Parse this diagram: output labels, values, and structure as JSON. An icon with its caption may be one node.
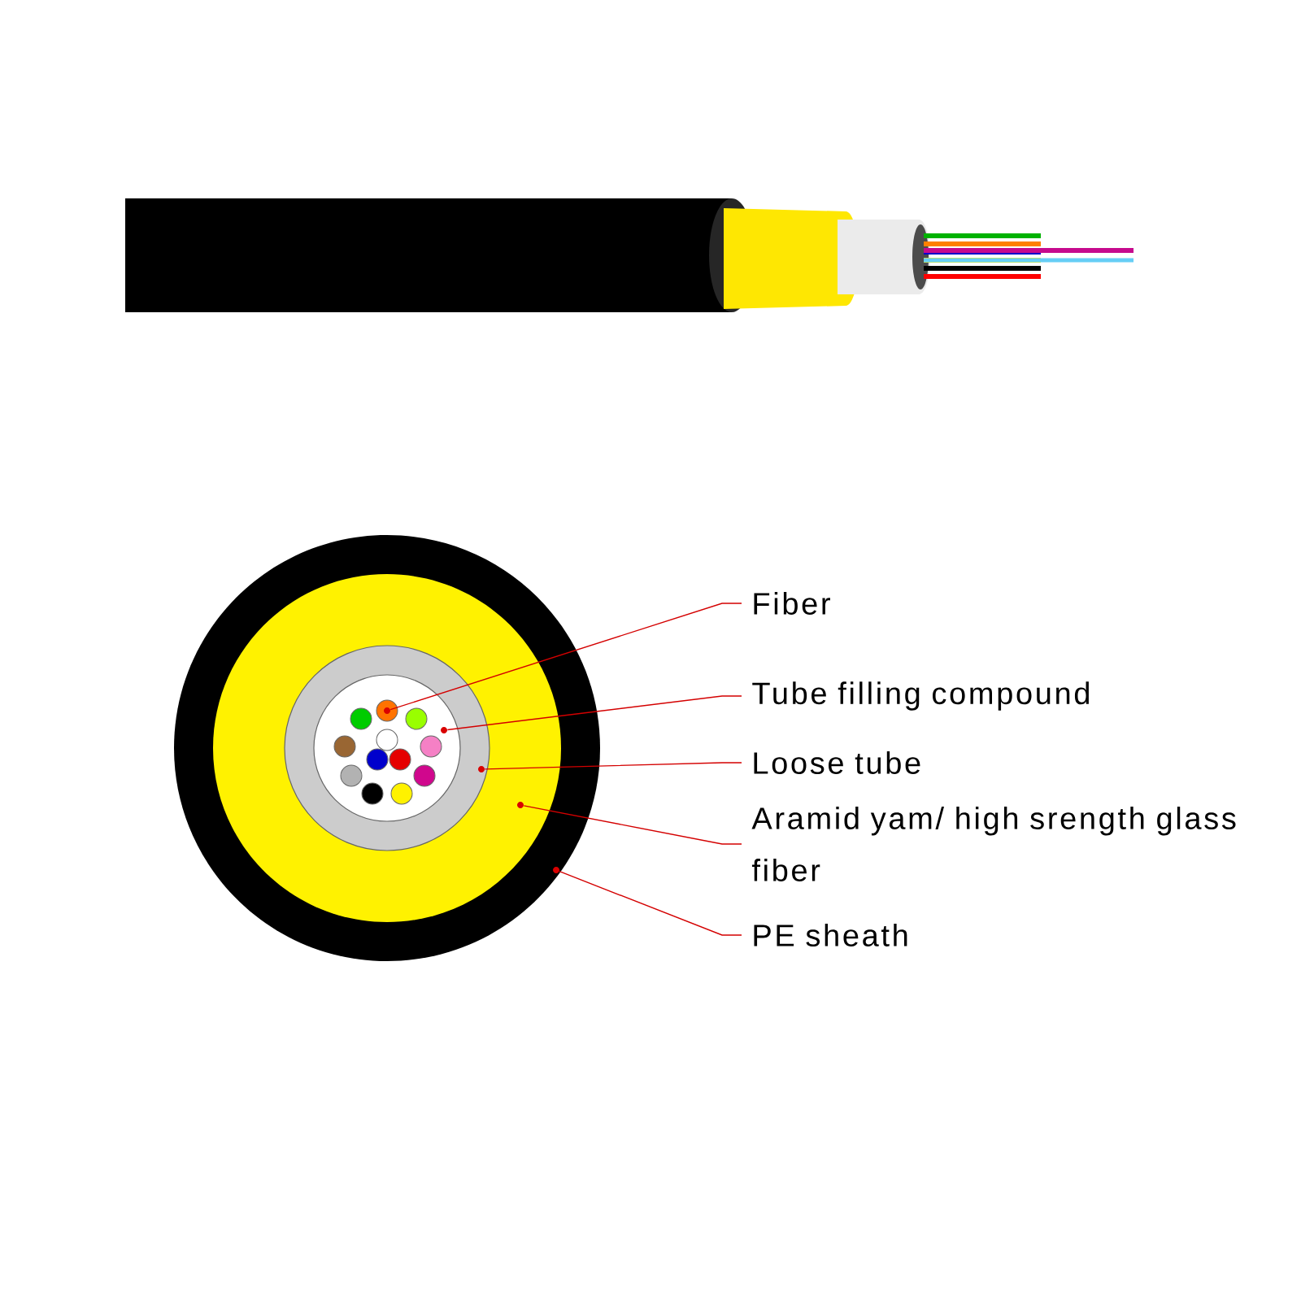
{
  "diagram": {
    "nodes": [
      {
        "text": [
          "Fiber"
        ]
      },
      {
        "text": [
          "Tube filling compound"
        ]
      },
      {
        "text": [
          "Loose tube"
        ]
      },
      {
        "text": [
          "Aramid yam/ high srength glass fiber"
        ]
      },
      {
        "text": [
          "PE sheath"
        ]
      },
      {
        "text": [],
        "shape": "circle"
      },
      {
        "text": [],
        "shape": "circle"
      },
      {
        "text": [],
        "shape": "circle"
      },
      {
        "text": [],
        "shape": "circle"
      },
      {
        "text": [],
        "shape": "circle"
      }
    ],
    "edges": [
      {
        "from": 0,
        "to": 5,
        "arrow": "none",
        "color": "#d40000"
      },
      {
        "from": 1,
        "to": 6,
        "arrow": "none",
        "color": "#d40000"
      },
      {
        "from": 2,
        "to": 7,
        "arrow": "none",
        "color": "#d40000"
      },
      {
        "from": 3,
        "to": 8,
        "arrow": "none",
        "color": "#d40000"
      },
      {
        "from": 4,
        "to": 9,
        "arrow": "none",
        "color": "#d40000"
      }
    ]
  }
}
